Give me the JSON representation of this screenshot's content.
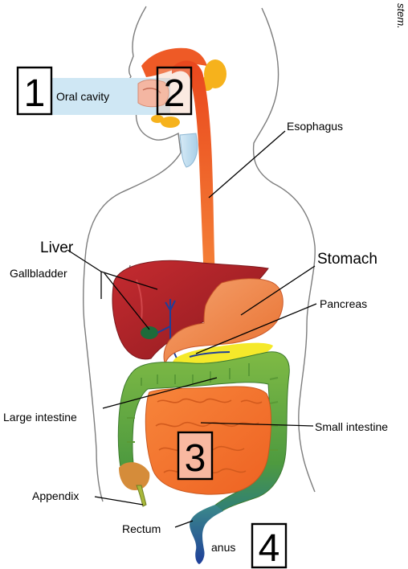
{
  "labels": {
    "oral_cavity": "Oral cavity",
    "esophagus": "Esophagus",
    "liver": "Liver",
    "gallbladder": "Gallbladder",
    "stomach": "Stomach",
    "pancreas": "Pancreas",
    "large_intestine": "Large intestine",
    "small_intestine": "Small intestine",
    "appendix": "Appendix",
    "rectum": "Rectum",
    "anus": "anus"
  },
  "markers": {
    "m1": "1",
    "m2": "2",
    "m3": "3",
    "m4": "4"
  },
  "edge_text": "stem.",
  "colors": {
    "esophagus": "#f26a2a",
    "liver": "#b9232b",
    "stomach": "#f08c50",
    "small_intestine": "#f2782f",
    "large_intestine": "#76b33e",
    "pancreas": "#f5e92a",
    "gallbladder": "#1d6b3a",
    "gland": "#f6b21c",
    "outline": "#7a7a7a"
  }
}
